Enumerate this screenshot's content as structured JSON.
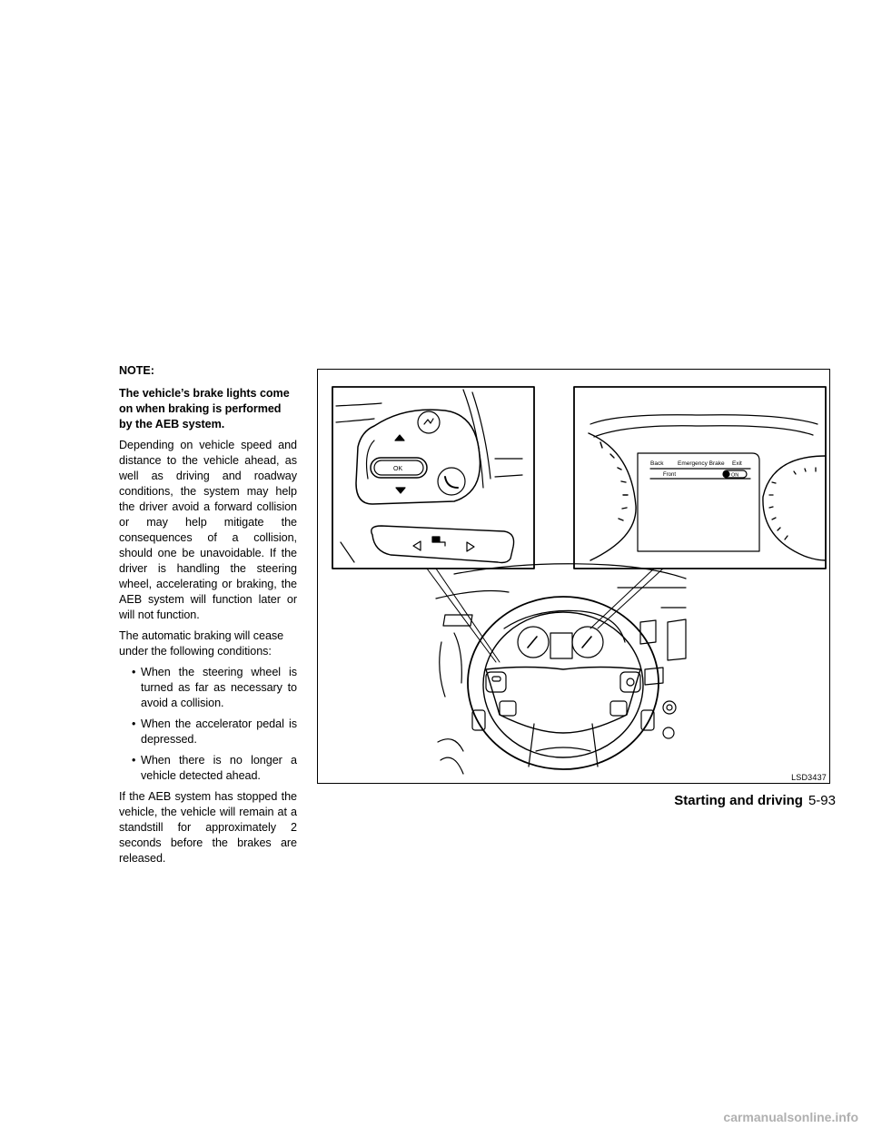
{
  "text": {
    "note_label": "NOTE:",
    "bold_statement": "The vehicle’s brake lights come on when braking is performed by the AEB system.",
    "para1": "Depending on vehicle speed and distance to the vehicle ahead, as well as driving and roadway conditions, the system may help the driver avoid a forward collision or may help mitigate the consequences of a colli­sion, should one be unavoidable. If the driver is handling the steering wheel, accel­erating or braking, the AEB system will function later or will not function.",
    "para2": "The automatic braking will cease under the following conditions:",
    "bullets": [
      "When the steering wheel is turned as far as necessary to avoid a collision.",
      "When the accelerator pedal is de­pressed.",
      "When there is no longer a vehicle de­tected ahead."
    ],
    "para3": "If the AEB system has stopped the vehicle, the vehicle will remain at a standstill for approximately 2 seconds before the brakes are released."
  },
  "figure": {
    "code": "LSD3437",
    "ok_label": "OK",
    "display": {
      "back": "Back",
      "title": "Emergency Brake",
      "exit": "Exit",
      "front": "Front",
      "on": "ON"
    }
  },
  "footer": {
    "section": "Starting and driving",
    "page": "5-93"
  },
  "watermark": "carmanualsonline.info"
}
